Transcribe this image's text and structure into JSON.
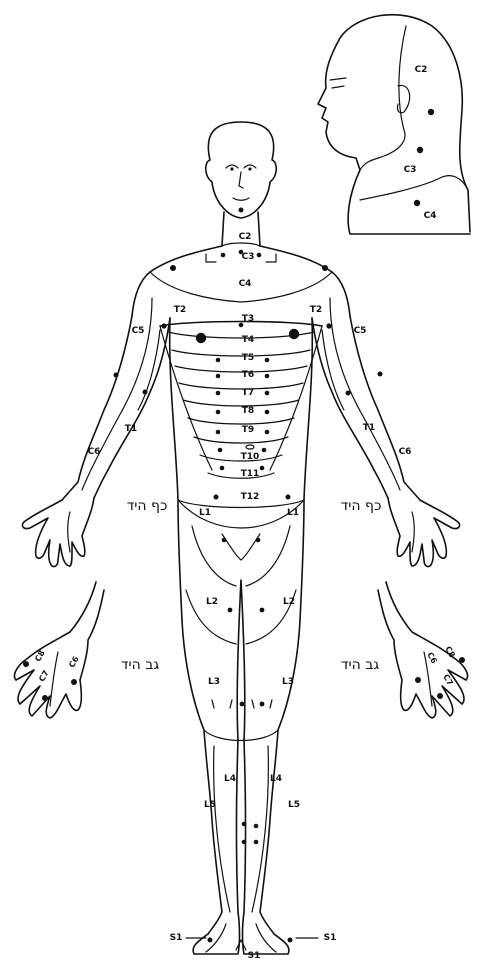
{
  "labels": {
    "head": {
      "c2": "C2",
      "c3": "C3",
      "c4": "C4"
    },
    "neck": {
      "c2": "C2",
      "c3": "C3",
      "c4": "C4"
    },
    "trunk": {
      "t2_left": "T2",
      "t2_right": "T2",
      "t3": "T3",
      "t4": "T4",
      "t5": "T5",
      "t6": "T6",
      "t7": "T7",
      "t8": "T8",
      "t9": "T9",
      "t10": "T10",
      "t11": "T11",
      "t12": "T12"
    },
    "arms": {
      "c5_left": "C5",
      "c5_right": "C5",
      "t1_left": "T1",
      "t1_right": "T1",
      "c6_left": "C6",
      "c6_right": "C6"
    },
    "hands": {
      "c8_left": "C8",
      "c6_left": "C6",
      "c7_left": "C7",
      "c8_right": "C8",
      "c6_right": "C6",
      "c7_right": "C7"
    },
    "legs": {
      "l1_left": "L1",
      "l1_right": "L1",
      "l2_left": "L2",
      "l2_right": "L2",
      "l3_left": "L3",
      "l3_right": "L3",
      "l4_left": "L4",
      "l4_right": "L4",
      "l5_left": "L5",
      "l5_right": "L5",
      "s1_left": "S1",
      "s1_right": "S1",
      "s1_center": "S1"
    }
  },
  "hebrew": {
    "palm_left": "כף היד",
    "palm_right": "כף היד",
    "back_left": "גב היד",
    "back_right": "גב היד"
  }
}
